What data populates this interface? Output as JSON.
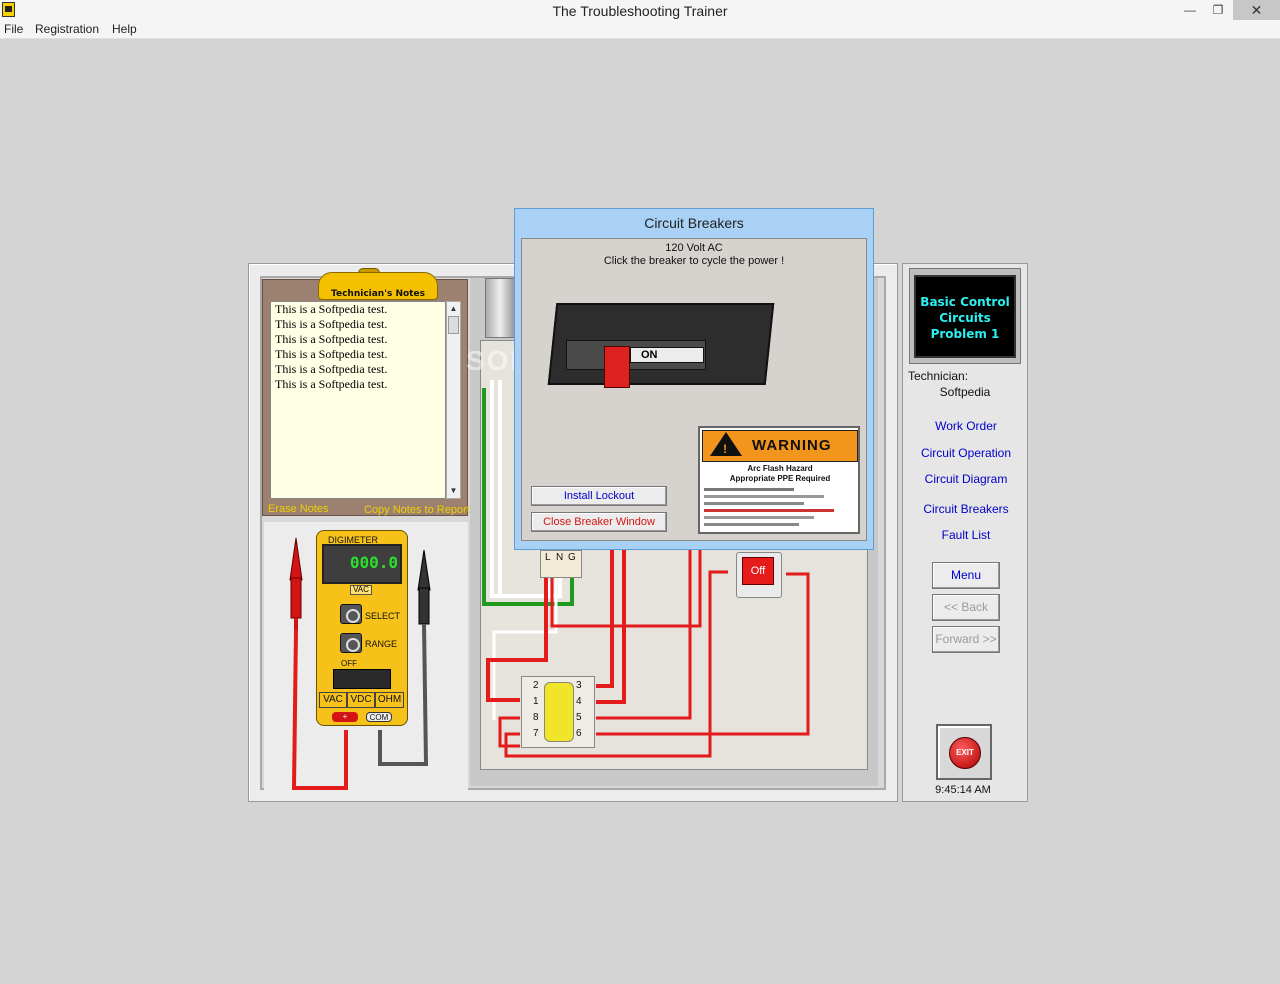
{
  "window": {
    "title": "The Troubleshooting Trainer",
    "minimize": "—",
    "maximize": "❐",
    "close": "✕"
  },
  "menu": {
    "file": "File",
    "registration": "Registration",
    "help": "Help"
  },
  "notes": {
    "title": "Technician's Notes",
    "lines": [
      "This is a Softpedia test.",
      "This is a Softpedia test.",
      "This is a Softpedia test.",
      "This is a Softpedia test.",
      "This is a Softpedia test.",
      "This is a Softpedia test."
    ],
    "erase": "Erase Notes",
    "copy": "Copy Notes to Report"
  },
  "meter": {
    "brand": "DIGIMETER",
    "reading": "000.0",
    "unit_tag": "VAC",
    "select": "SELECT",
    "range": "RANGE",
    "off": "OFF",
    "modes": [
      "VAC",
      "VDC",
      "OHM"
    ],
    "plus_jack": "+",
    "com_jack": "COM"
  },
  "board": {
    "watermark": "SOFTPEDIA",
    "terminals": [
      "L",
      "N",
      "G"
    ],
    "off_button": "Off",
    "relay_pins_left": [
      "2",
      "1",
      "8",
      "7"
    ],
    "relay_pins_right": [
      "3",
      "4",
      "5",
      "6"
    ]
  },
  "breaker_dialog": {
    "title": "Circuit Breakers",
    "voltage": "120 Volt AC",
    "instruction": "Click the breaker to cycle the power !",
    "breaker_state": "ON",
    "install_lockout": "Install Lockout",
    "close_window": "Close Breaker Window",
    "warning_title": "WARNING",
    "warning_line1": "Arc Flash Hazard",
    "warning_line2": "Appropriate PPE Required"
  },
  "sidebar": {
    "problem": [
      "Basic Control",
      "Circuits",
      "Problem 1"
    ],
    "technician_label": "Technician:",
    "technician_name": "Softpedia",
    "links": [
      "Work Order",
      "Circuit Operation",
      "Circuit Diagram",
      "Circuit Breakers",
      "Fault List"
    ],
    "menu": "Menu",
    "back": "<< Back",
    "forward": "Forward >>",
    "exit": "EXIT",
    "time": "9:45:14 AM"
  },
  "colors": {
    "link_blue": "#0000c8",
    "screen_cyan": "#2bf0f0",
    "meter_yellow": "#f6c21a",
    "wire_red": "#e31b1b",
    "wire_green": "#1f9a1f",
    "dialog_blue": "#a9d1f5"
  }
}
